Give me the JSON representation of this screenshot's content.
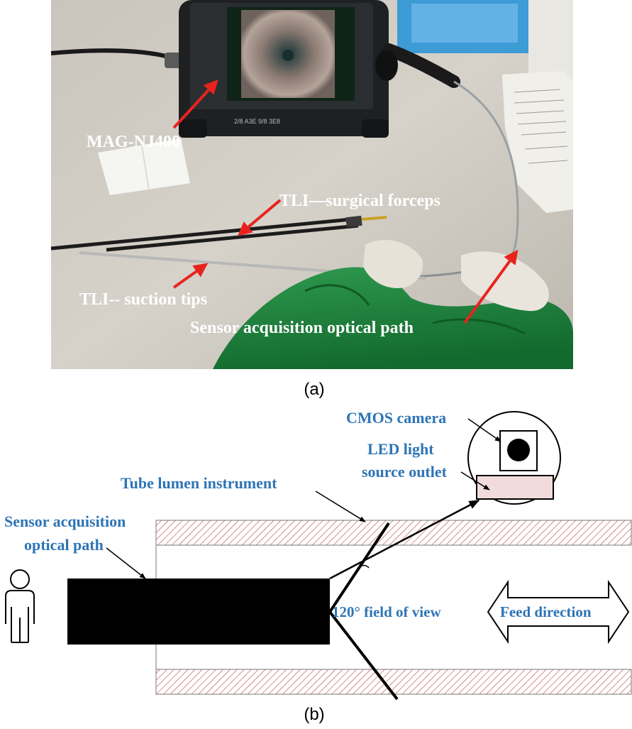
{
  "panel_a": {
    "caption": "(a)",
    "labels": {
      "device": "MAG-NJ400",
      "forceps": "TLI—surgical forceps",
      "suction": "TLI-- suction tips",
      "optical_path": "Sensor acquisition optical path"
    },
    "device_screen_text": "2/8 A3E 9/8 3E8"
  },
  "panel_b": {
    "caption": "(b)",
    "labels": {
      "cmos": "CMOS camera",
      "led_line1": "LED light",
      "led_line2": "source outlet",
      "tube": "Tube lumen instrument",
      "sensor_line1": "Sensor acquisition",
      "sensor_line2": "optical path",
      "fov": "120° field of view",
      "feed": "Feed direction"
    }
  },
  "colors": {
    "label_blue": "#2E74B5",
    "hatch_red": "#C0504D",
    "led_fill": "#F2DCDB",
    "arrow_red": "#E8231E",
    "surgical_green": "#1E7A3A"
  }
}
